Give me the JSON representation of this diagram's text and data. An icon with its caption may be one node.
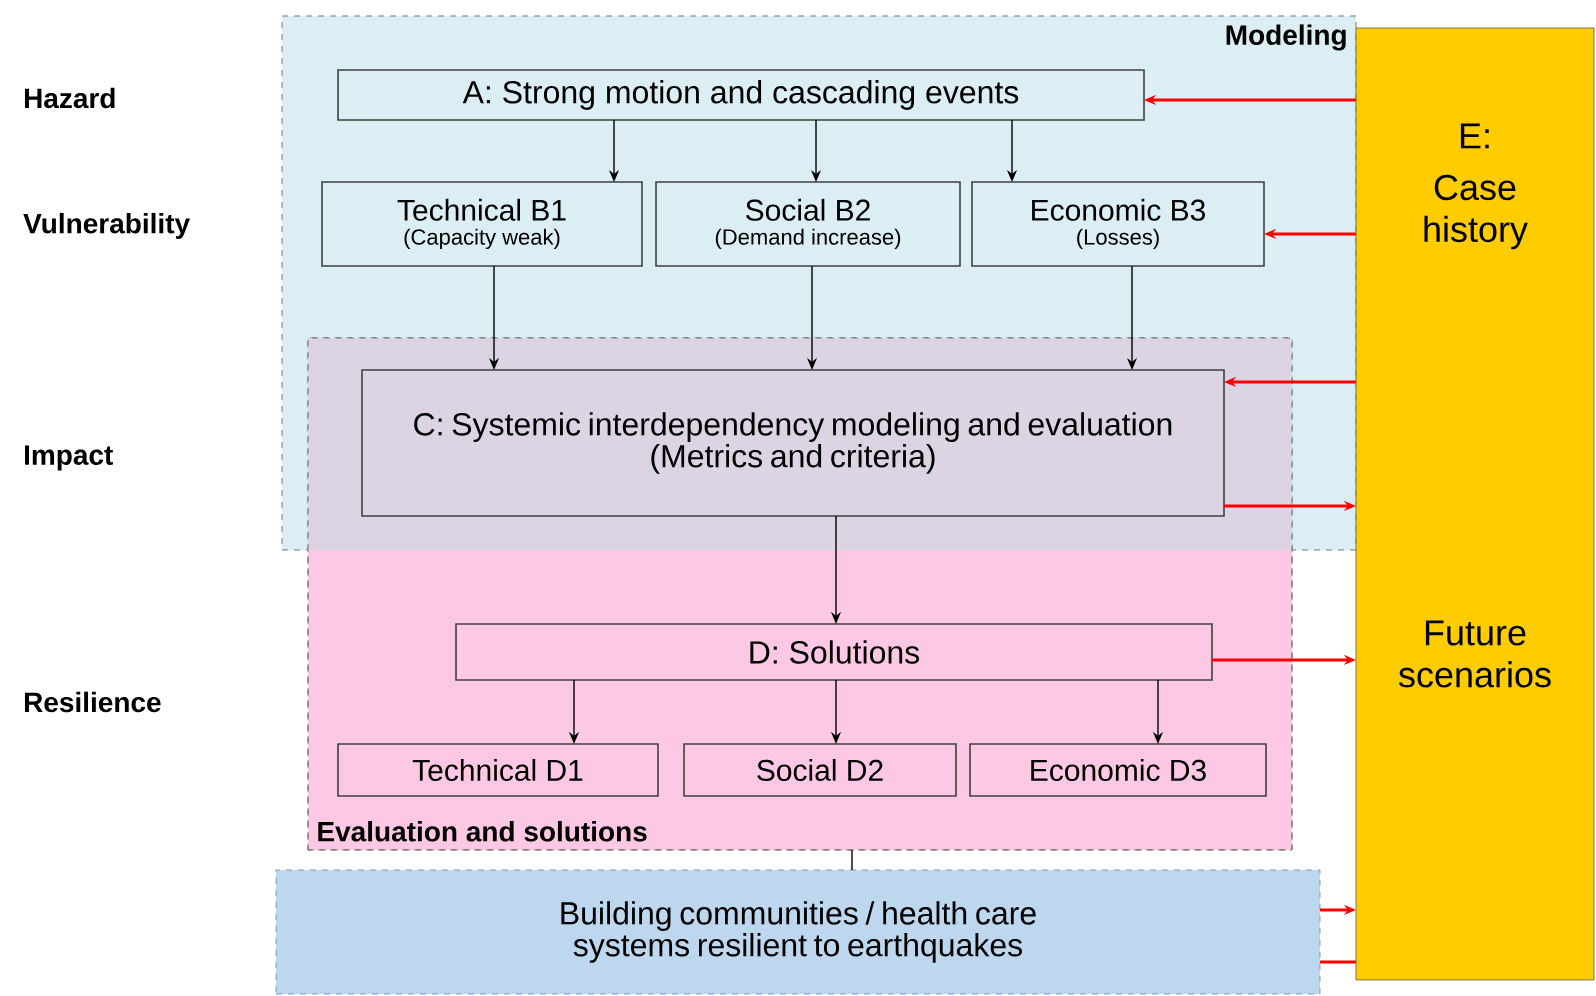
{
  "diagram": {
    "nodes": [
      {
        "text": [
          "Modeling"
        ]
      },
      {
        "text": [
          "A: Strong motion and cascading events"
        ],
        "in": 0
      },
      {
        "text": [
          "Technical B1",
          "(Capacity weak)"
        ],
        "in": 0
      },
      {
        "text": [
          "Social B2",
          "(Demand increase)"
        ],
        "in": 0
      },
      {
        "text": [
          "Economic B3",
          "(Losses)"
        ],
        "in": 0
      },
      {
        "text": [
          "Evaluation and solutions"
        ]
      },
      {
        "text": [
          "C: Systemic interdependency modeling and evaluation",
          "(Metrics and criteria)"
        ]
      },
      {
        "text": [
          "D: Solutions"
        ],
        "in": 5
      },
      {
        "text": [
          "Technical D1"
        ],
        "in": 5
      },
      {
        "text": [
          "Social D2"
        ],
        "in": 5
      },
      {
        "text": [
          "Economic D3"
        ],
        "in": 5
      },
      {
        "text": [
          "Building communities / health care systems resilient to earthquakes"
        ]
      },
      {
        "text": [
          "E:",
          "Case history",
          "Future scenarios"
        ]
      }
    ],
    "edges": [
      {
        "from": 1,
        "to": 2,
        "arrow": "to"
      },
      {
        "from": 1,
        "to": 3,
        "arrow": "to"
      },
      {
        "from": 1,
        "to": 4,
        "arrow": "to"
      },
      {
        "from": 2,
        "to": 6,
        "arrow": "to"
      },
      {
        "from": 3,
        "to": 6,
        "arrow": "to"
      },
      {
        "from": 4,
        "to": 6,
        "arrow": "to"
      },
      {
        "from": 6,
        "to": 7,
        "arrow": "to"
      },
      {
        "from": 7,
        "to": 8,
        "arrow": "to"
      },
      {
        "from": 7,
        "to": 9,
        "arrow": "to"
      },
      {
        "from": 7,
        "to": 10,
        "arrow": "to"
      },
      {
        "from": 5,
        "to": 11,
        "arrow": "none"
      },
      {
        "from": 12,
        "to": 1,
        "arrow": "to",
        "color": "#ff0000"
      },
      {
        "from": 12,
        "to": 4,
        "arrow": "to",
        "color": "#ff0000"
      },
      {
        "from": 12,
        "to": 6,
        "arrow": "to",
        "color": "#ff0000"
      },
      {
        "from": 6,
        "to": 12,
        "arrow": "to",
        "color": "#ff0000"
      },
      {
        "from": 7,
        "to": 12,
        "arrow": "to",
        "color": "#ff0000"
      },
      {
        "from": 11,
        "to": 12,
        "arrow": "to",
        "color": "#ff0000"
      },
      {
        "from": 11,
        "to": 12,
        "arrow": "none",
        "color": "#ff0000"
      }
    ],
    "labels": [
      "Hazard",
      "Vulnerability",
      "Impact",
      "Resilience"
    ]
  }
}
